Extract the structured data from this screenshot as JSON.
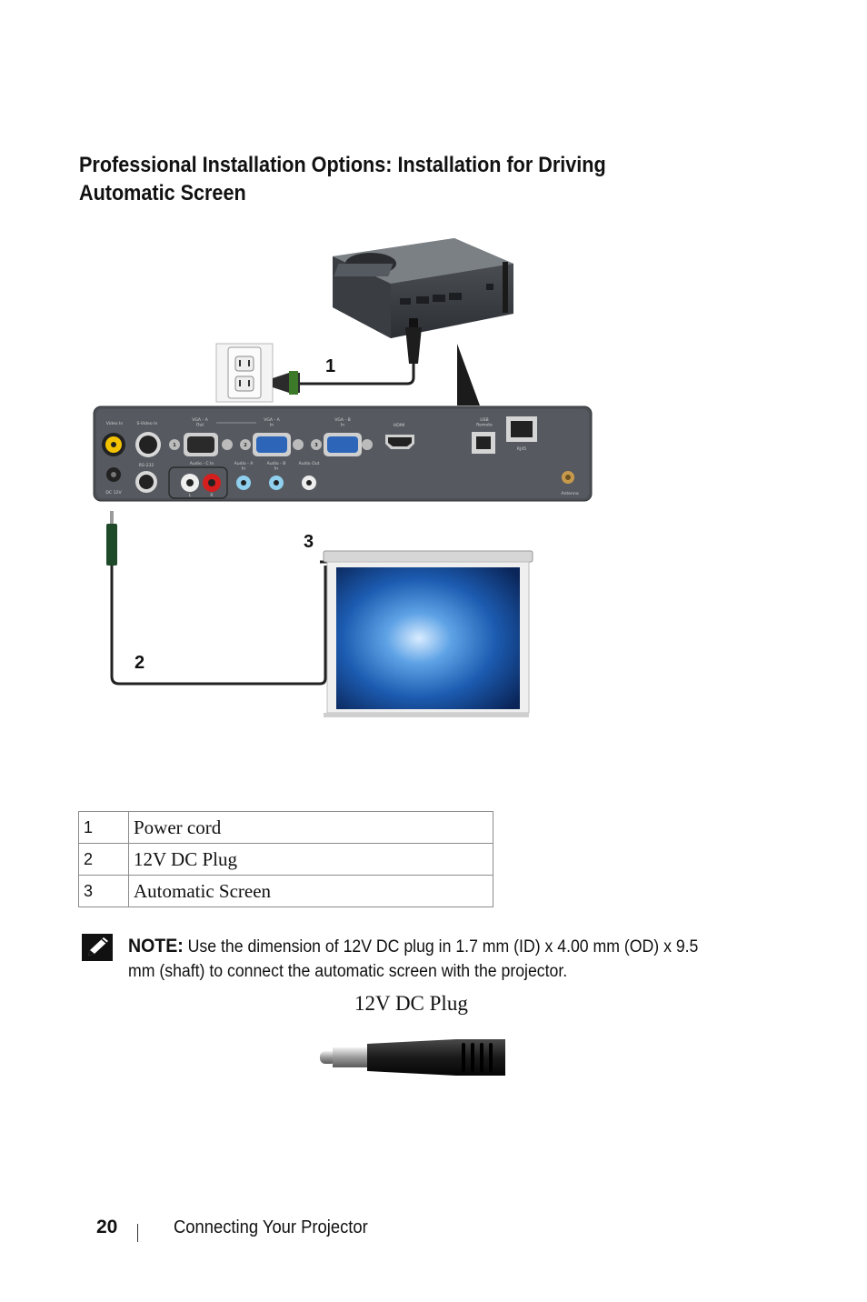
{
  "heading": "Professional Installation Options: Installation for Driving Automatic Screen",
  "figure": {
    "callouts": [
      "1",
      "2",
      "3"
    ],
    "panel_labels": {
      "video_in": "Video In",
      "svideo_in": "S-Video In",
      "vga_a_out": "VGA - A\nOut",
      "vga_a_in": "VGA - A\nIn",
      "vga_b_in": "VGA - B\nIn",
      "hdmi": "HDMI",
      "usb_remote": "USB\nRemote",
      "rj45": "RJ45",
      "rs232": "RS-232",
      "audio_c_in": "Audio - C In",
      "audio_a_in": "Audio - A\nIn",
      "audio_b_in": "Audio - B\nIn",
      "audio_out": "Audio Out",
      "dc_12v": "DC 12V",
      "antenna": "Antenna",
      "audio_l": "L",
      "audio_r": "R"
    }
  },
  "legend": [
    {
      "num": "1",
      "desc": "Power cord"
    },
    {
      "num": "2",
      "desc": "12V DC Plug"
    },
    {
      "num": "3",
      "desc": "Automatic Screen"
    }
  ],
  "note": {
    "label": "NOTE:",
    "text": "Use the dimension of 12V DC plug in 1.7 mm (ID) x 4.00 mm (OD) x 9.5 mm (shaft) to connect the automatic screen with the projector."
  },
  "plug_caption": "12V DC Plug",
  "footer": {
    "page_number": "20",
    "section": "Connecting Your Projector"
  }
}
